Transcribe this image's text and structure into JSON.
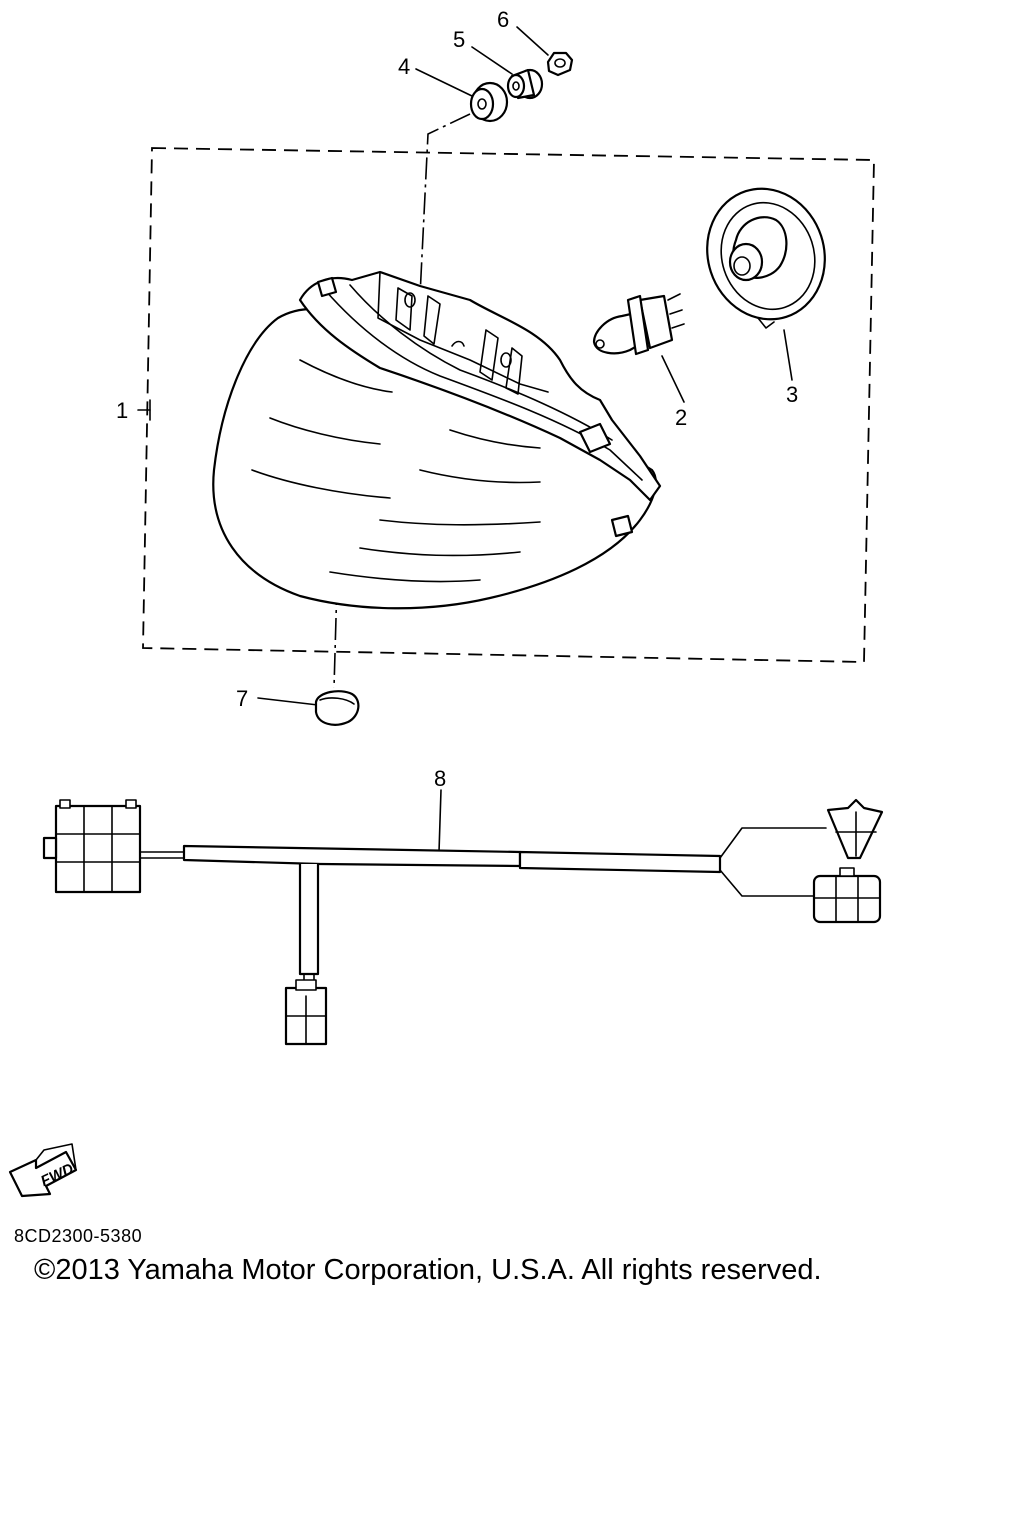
{
  "callouts": {
    "c1": "1",
    "c2": "2",
    "c3": "3",
    "c4": "4",
    "c5": "5",
    "c6": "6",
    "c7": "7",
    "c8": "8"
  },
  "fwd_arrow_label": "FWD",
  "diagram_code": "8CD2300-5380",
  "copyright": "©2013 Yamaha Motor Corporation, U.S.A. All rights reserved."
}
